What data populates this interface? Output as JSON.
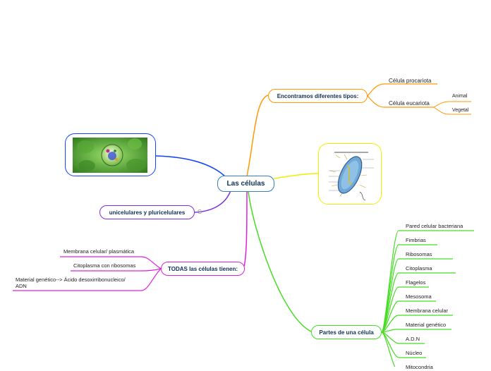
{
  "central": {
    "label": "Las células"
  },
  "branches": {
    "tipos": {
      "label": "Encontramos diferentes tipos:",
      "color": "#ff9900",
      "procariota": "Célula procariota",
      "eucariota": "Célula eucariota",
      "animal": "Animal",
      "vegetal": "Vegetal"
    },
    "organismos": {
      "label": "unicelulares y pluricelulares",
      "color": "#7b2fd6",
      "icon_name": "link-icon",
      "icon_text": "G"
    },
    "todas": {
      "label": "TODAS las células tienen:",
      "color": "#e020e0",
      "items": [
        "Membrana celular/ plasmática",
        "Citoplasma con ribosomas",
        "Material genético--> Ácido desoxirribonucleico/",
        "ADN"
      ]
    },
    "partes": {
      "label": "Partes de una célula",
      "color": "#44dd22",
      "items": [
        "Pared celular bacteriana",
        "Fimbrias",
        "Ribosomas",
        "Citoplasma",
        "Flagelos",
        "Mesosoma",
        "Membrana celular",
        "Material genético",
        "A.D.N",
        "Núcleo",
        "Mitocondria"
      ]
    },
    "imagen_celula": {
      "color": "#1144ff",
      "picture": "green cell microscopy image"
    },
    "imagen_bacteria": {
      "color": "#eeee00",
      "picture": "prokaryotic bacterium diagram"
    }
  },
  "colors": {
    "central_border": "#3a7fc1",
    "node_text": "#0f3055"
  }
}
